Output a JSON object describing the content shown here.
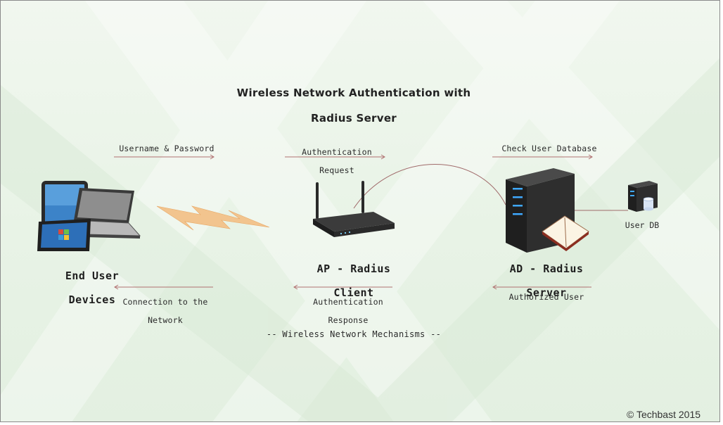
{
  "diagram": {
    "title_line1": "Wireless Network Authentication with",
    "title_line2": "Radius Server",
    "nodes": {
      "end_user": {
        "line1": "End User",
        "line2": "Devices"
      },
      "ap": {
        "line1": "AP - Radius",
        "line2": "Client"
      },
      "ad": {
        "line1": "AD - Radius",
        "line2": "Server"
      },
      "user_db": {
        "label": "User DB"
      }
    },
    "flows": {
      "username_password": "Username & Password",
      "auth_request": {
        "line1": "Authentication",
        "line2": "Request"
      },
      "check_db": "Check User Database",
      "connection": {
        "line1": "Connection to the",
        "line2": "Network"
      },
      "auth_response": {
        "line1": "Authentication",
        "line2": "Response"
      },
      "authorized_user": "Authorized User"
    },
    "footer": "-- Wireless Network Mechanisms --",
    "copyright": "© Techbast 2015"
  },
  "colors": {
    "arrow": "#b07070",
    "lightning": "#f2c48e",
    "device_dark": "#2f2f2f"
  },
  "icons": [
    "laptop-icon",
    "tablet-icon",
    "wireless-signal-icon",
    "router-icon",
    "server-icon",
    "book-icon",
    "database-server-icon"
  ]
}
